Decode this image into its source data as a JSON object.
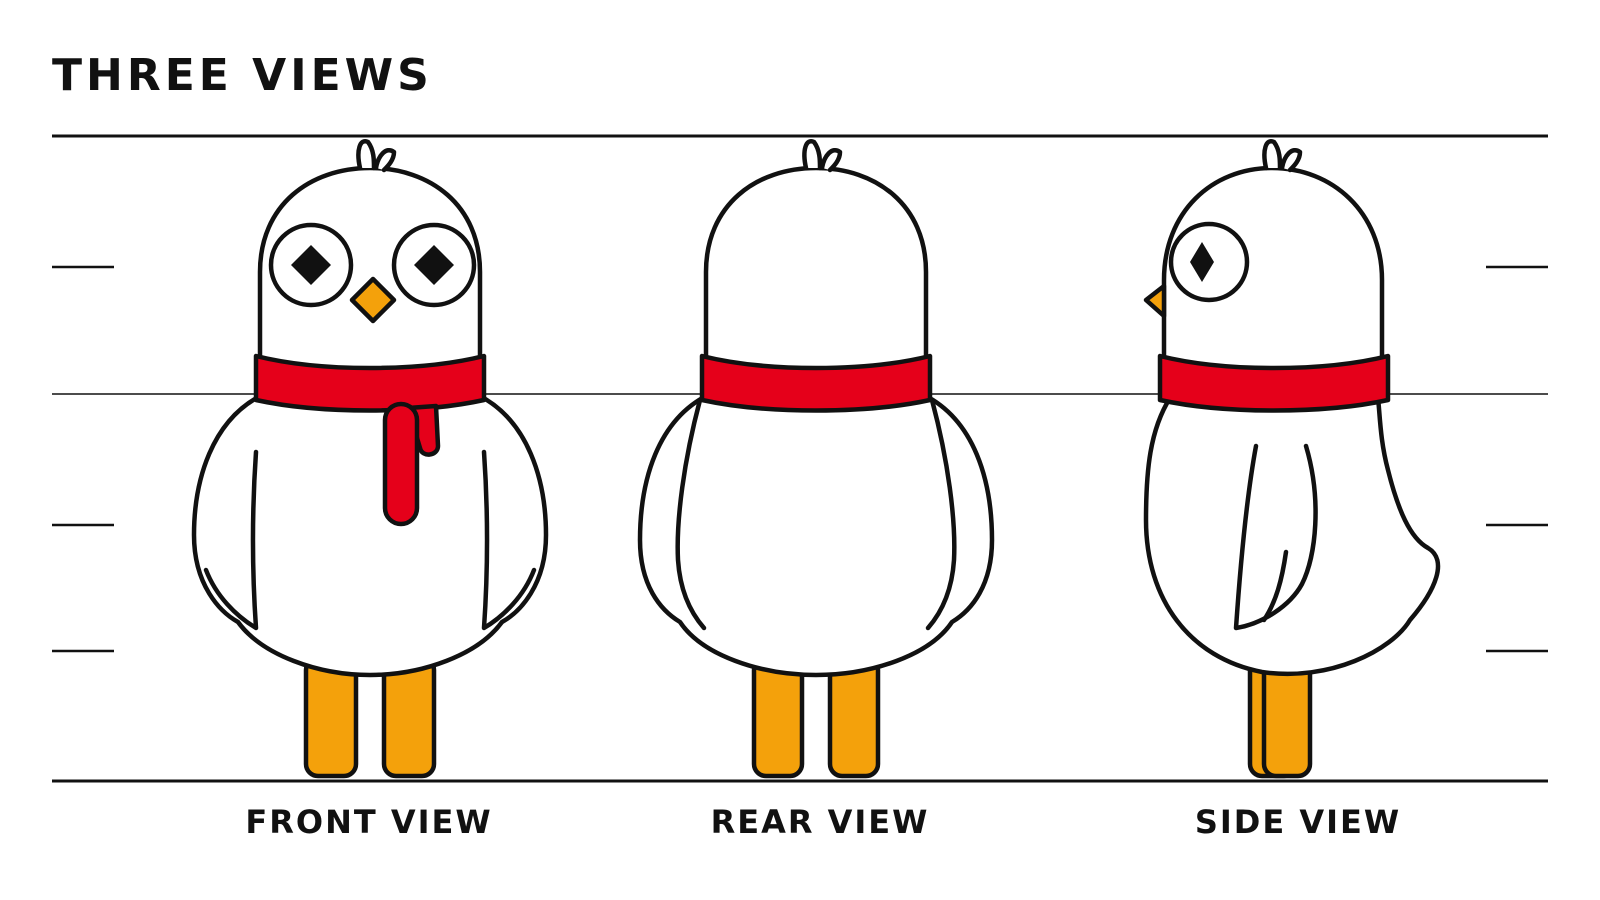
{
  "title": "THREE VIEWS",
  "views": [
    {
      "label": "FRONT VIEW"
    },
    {
      "label": "REAR VIEW"
    },
    {
      "label": "SIDE VIEW"
    }
  ],
  "colors": {
    "outline": "#111111",
    "body": "#ffffff",
    "scarf": "#e5001a",
    "beak_legs": "#f4a10b",
    "guide_lines": "#111111"
  }
}
